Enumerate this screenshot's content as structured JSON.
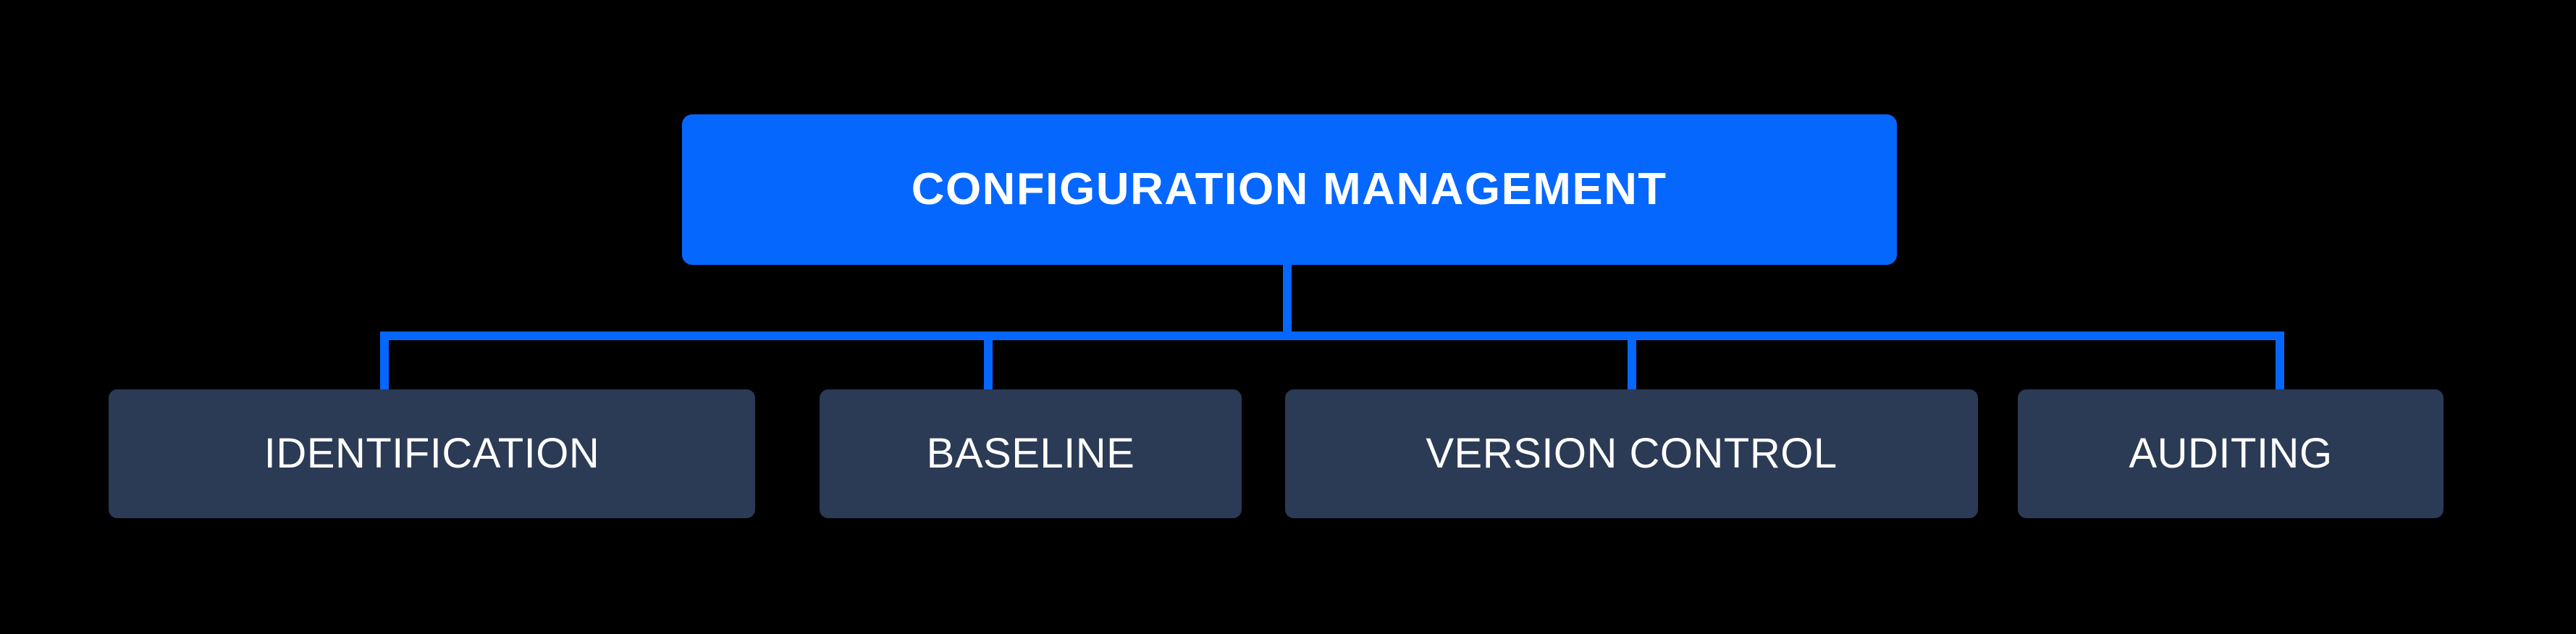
{
  "diagram": {
    "type": "hierarchy-tree",
    "background_color": "#000000",
    "accent_color": "#0567fd",
    "node_color": "#2b3a55",
    "text_color": "#ffffff",
    "root": {
      "label": "CONFIGURATION MANAGEMENT"
    },
    "children": [
      {
        "label": "IDENTIFICATION"
      },
      {
        "label": "BASELINE"
      },
      {
        "label": "VERSION CONTROL"
      },
      {
        "label": "AUDITING"
      }
    ]
  }
}
